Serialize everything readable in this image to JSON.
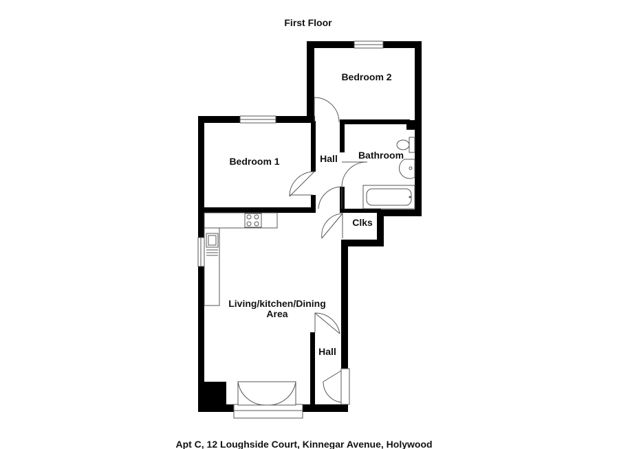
{
  "floor_title": "First Floor",
  "address": "Apt C, 12 Loughside Court, Kinnegar Avenue, Holywood",
  "rooms": {
    "bedroom_2": "Bedroom 2",
    "bedroom_1": "Bedroom 1",
    "hall_upper": "Hall",
    "bathroom": "Bathroom",
    "clks": "Clks",
    "living_line1": "Living/kitchen/Dining",
    "living_line2": "Area",
    "hall_lower": "Hall"
  }
}
